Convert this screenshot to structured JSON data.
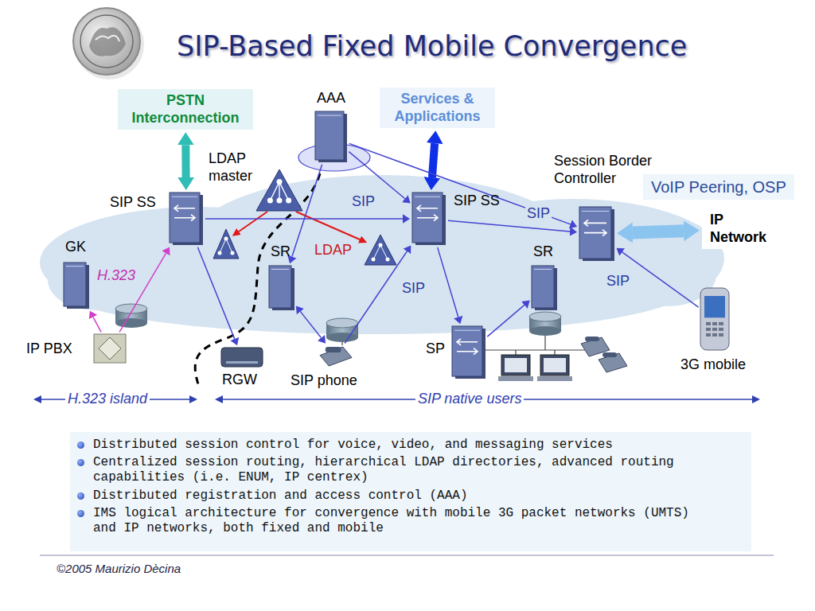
{
  "diagram": {
    "title": "SIP-Based Fixed Mobile Convergence",
    "nodes": [
      {
        "text": [
          "PSTN Interconnection"
        ]
      },
      {
        "text": [
          "AAA"
        ]
      },
      {
        "text": [
          "Services & Applications"
        ]
      },
      {
        "text": [
          "LDAP master"
        ]
      },
      {
        "text": [
          "SIP SS"
        ]
      },
      {
        "text": [
          "GK"
        ]
      },
      {
        "text": [
          "SR"
        ]
      },
      {
        "text": [
          "SIP SS"
        ]
      },
      {
        "text": [
          "Session Border Controller"
        ]
      },
      {
        "text": [
          "VoIP Peering, OSP"
        ]
      },
      {
        "text": [
          "IP Network"
        ]
      },
      {
        "text": [
          "SR"
        ]
      },
      {
        "text": [
          "IP PBX"
        ]
      },
      {
        "text": [
          "RGW"
        ]
      },
      {
        "text": [
          "SIP phone"
        ]
      },
      {
        "text": [
          "SP"
        ]
      },
      {
        "text": [
          "3G mobile"
        ]
      }
    ],
    "edges": [
      {
        "from": 0,
        "to": 4,
        "arrow": "both"
      },
      {
        "from": 2,
        "to": 7,
        "arrow": "both"
      },
      {
        "from": 4,
        "to": 7,
        "label": "SIP",
        "arrow": "to"
      },
      {
        "from": 1,
        "to": 6,
        "arrow": "to"
      },
      {
        "from": 1,
        "to": 7,
        "arrow": "to"
      },
      {
        "from": 1,
        "to": 8,
        "arrow": "to"
      },
      {
        "from": 4,
        "to": 13,
        "arrow": "to"
      },
      {
        "from": 12,
        "to": 5,
        "arrow": "to"
      },
      {
        "from": 12,
        "to": 4,
        "label": "H.323",
        "arrow": "to"
      },
      {
        "from": 6,
        "to": 14,
        "arrow": "both"
      },
      {
        "from": 14,
        "to": 7,
        "label": "SIP",
        "arrow": "to"
      },
      {
        "from": 7,
        "to": 8,
        "label": "SIP",
        "arrow": "to"
      },
      {
        "from": 7,
        "to": 15,
        "arrow": "to"
      },
      {
        "from": 15,
        "to": 11,
        "arrow": "to"
      },
      {
        "from": 16,
        "to": 8,
        "label": "SIP",
        "arrow": "to"
      },
      {
        "from": 8,
        "to": 10,
        "arrow": "both"
      }
    ],
    "labels": [
      "LDAP",
      "H.323 island",
      "SIP native users",
      "Distributed session control for voice, video, and messaging services",
      "Centralized session routing, hierarchical LDAP directories, advanced routing capabilities (i.e. ENUM, IP centrex)",
      "Distributed registration and access control (AAA)",
      "IMS logical architecture for convergence with mobile 3G packet networks (UMTS) and IP networks, both fixed and mobile",
      "©2005 Maurizio Dècina"
    ]
  }
}
